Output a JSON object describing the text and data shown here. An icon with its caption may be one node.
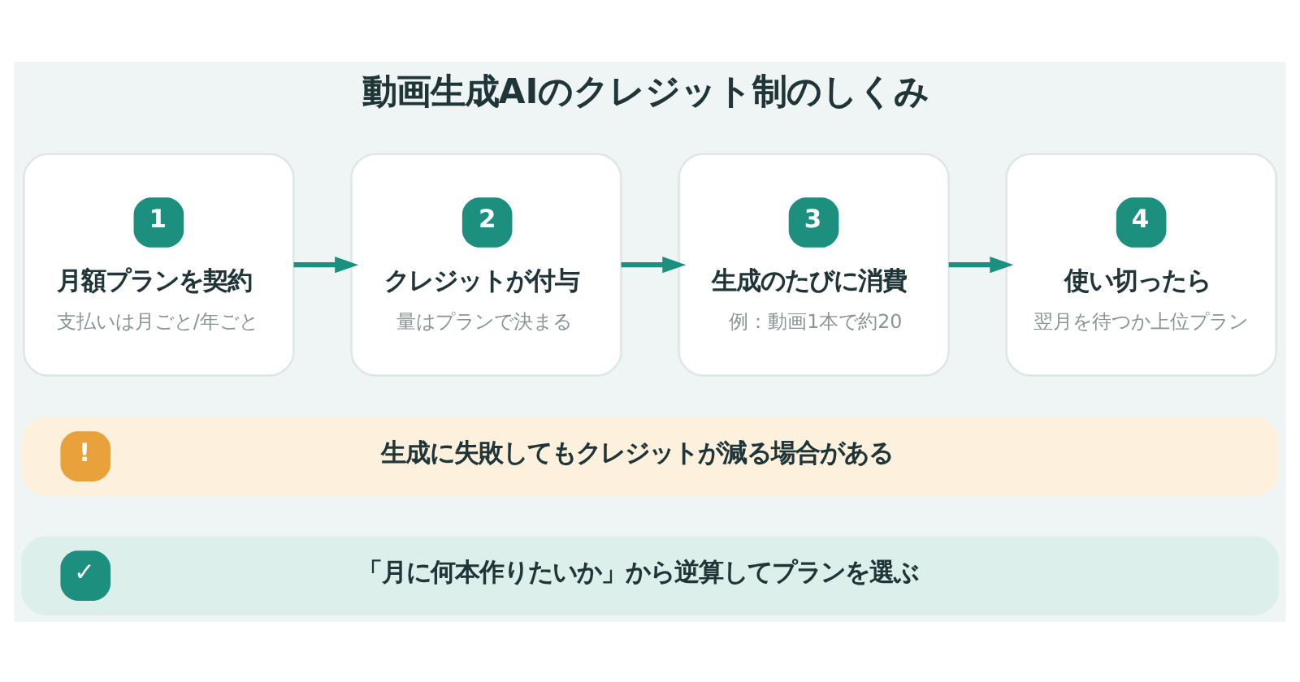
{
  "diagram": {
    "title": "動画生成AIのクレジット制のしくみ",
    "nodes": [
      {
        "text": [
          "1",
          "月額プランを契約",
          "支払いは月ごと/年ごと"
        ]
      },
      {
        "text": [
          "2",
          "クレジットが付与",
          "量はプランで決まる"
        ]
      },
      {
        "text": [
          "3",
          "生成のたびに消費",
          "例：動画1本で約20"
        ]
      },
      {
        "text": [
          "4",
          "使い切ったら",
          "翌月を待つか上位プラン"
        ]
      },
      {
        "text": [
          "!",
          "生成に失敗してもクレジットが減る場合がある"
        ]
      },
      {
        "text": [
          "✓",
          "「月に何本作りたいか」から逆算してプランを選ぶ"
        ]
      }
    ],
    "edges": [
      {
        "from": 0,
        "to": 1,
        "arrow": "to"
      },
      {
        "from": 1,
        "to": 2,
        "arrow": "to"
      },
      {
        "from": 2,
        "to": 3,
        "arrow": "to"
      }
    ]
  }
}
